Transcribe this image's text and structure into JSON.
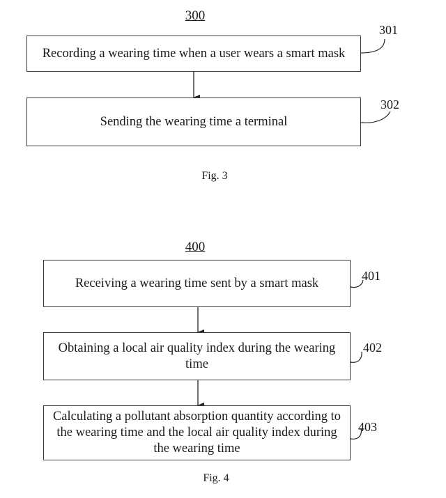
{
  "figure3": {
    "reference": "300",
    "caption": "Fig. 3",
    "steps": [
      {
        "label": "301",
        "text": "Recording a wearing time when a user wears a smart mask"
      },
      {
        "label": "302",
        "text": "Sending the wearing time a terminal"
      }
    ]
  },
  "figure4": {
    "reference": "400",
    "caption": "Fig. 4",
    "steps": [
      {
        "label": "401",
        "text": "Receiving a wearing time sent by a smart mask"
      },
      {
        "label": "402",
        "text": "Obtaining a local air quality index during the wearing time"
      },
      {
        "label": "403",
        "text": "Calculating a pollutant absorption quantity according to the wearing time and the local air quality index during the wearing time"
      }
    ]
  }
}
